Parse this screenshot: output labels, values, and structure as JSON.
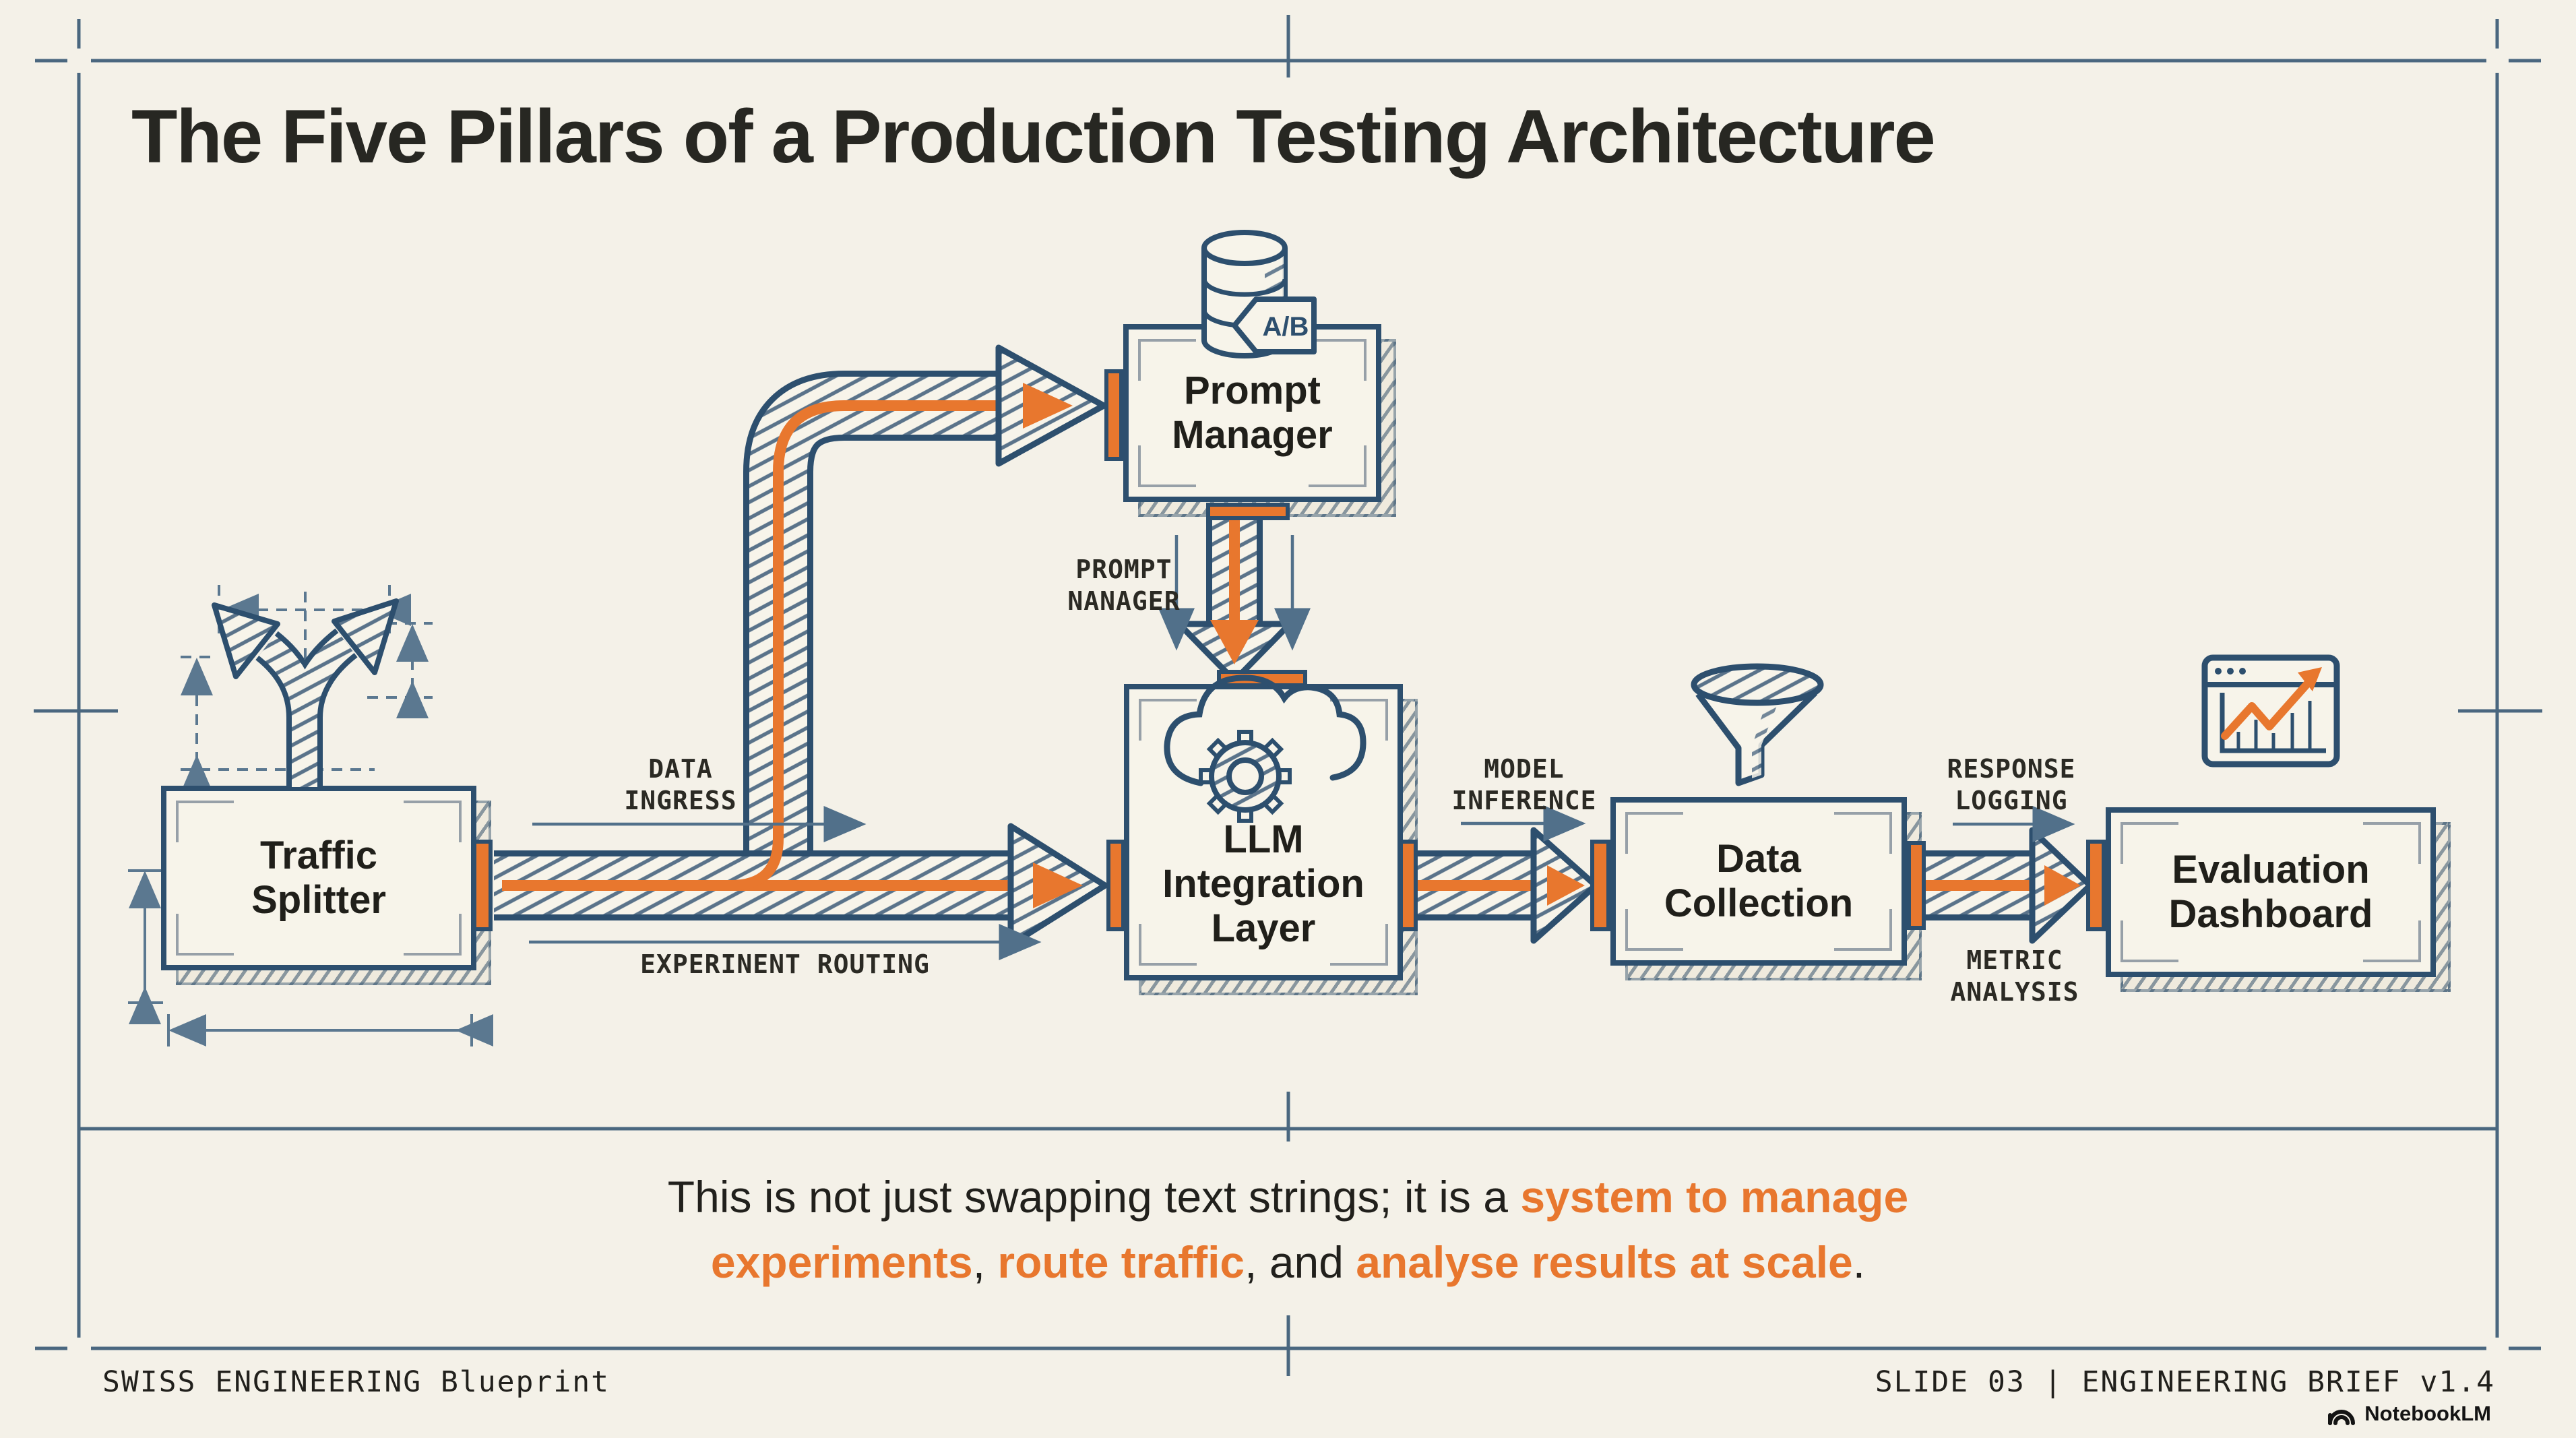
{
  "palette": {
    "background": "#F4F1E8",
    "line_navy": "#2D4F6E",
    "frame_slate": "#4A677F",
    "accent_orange": "#E8772E",
    "text_ink": "#24231D"
  },
  "title": "The Five Pillars of a Production Testing Architecture",
  "nodes": {
    "traffic_splitter": "Traffic Splitter",
    "prompt_manager": "Prompt Manager",
    "llm_integration": "LLM Integration Layer",
    "data_collection": "Data Collection",
    "evaluation_dashboard": "Evaluation Dashboard"
  },
  "flow_labels": {
    "data_ingress": "DATA\nINGRESS",
    "experiment_routing": "EXPERINENT ROUTING",
    "prompt_manager": "PROMPT\nNANAGER",
    "model_inference": "MODEL\nINFERENCE",
    "response_logging": "RESPONSE\nLOGGING",
    "metric_analysis": "METRIC\nANALYSIS"
  },
  "badges": {
    "ab_tag": "A/B"
  },
  "caption": {
    "line1": {
      "seg1": "This is not just swapping text strings; it is a ",
      "seg2": "system to manage"
    },
    "line2": {
      "seg1": "experiments",
      "seg2": ", ",
      "seg3": "route traffic",
      "seg4": ", and ",
      "seg5": "analyse results at scale",
      "seg6": "."
    }
  },
  "footer": {
    "left": "SWISS ENGINEERING Blueprint",
    "right": "SLIDE 03 | ENGINEERING BRIEF v1.4",
    "brand": "NotebookLM"
  }
}
